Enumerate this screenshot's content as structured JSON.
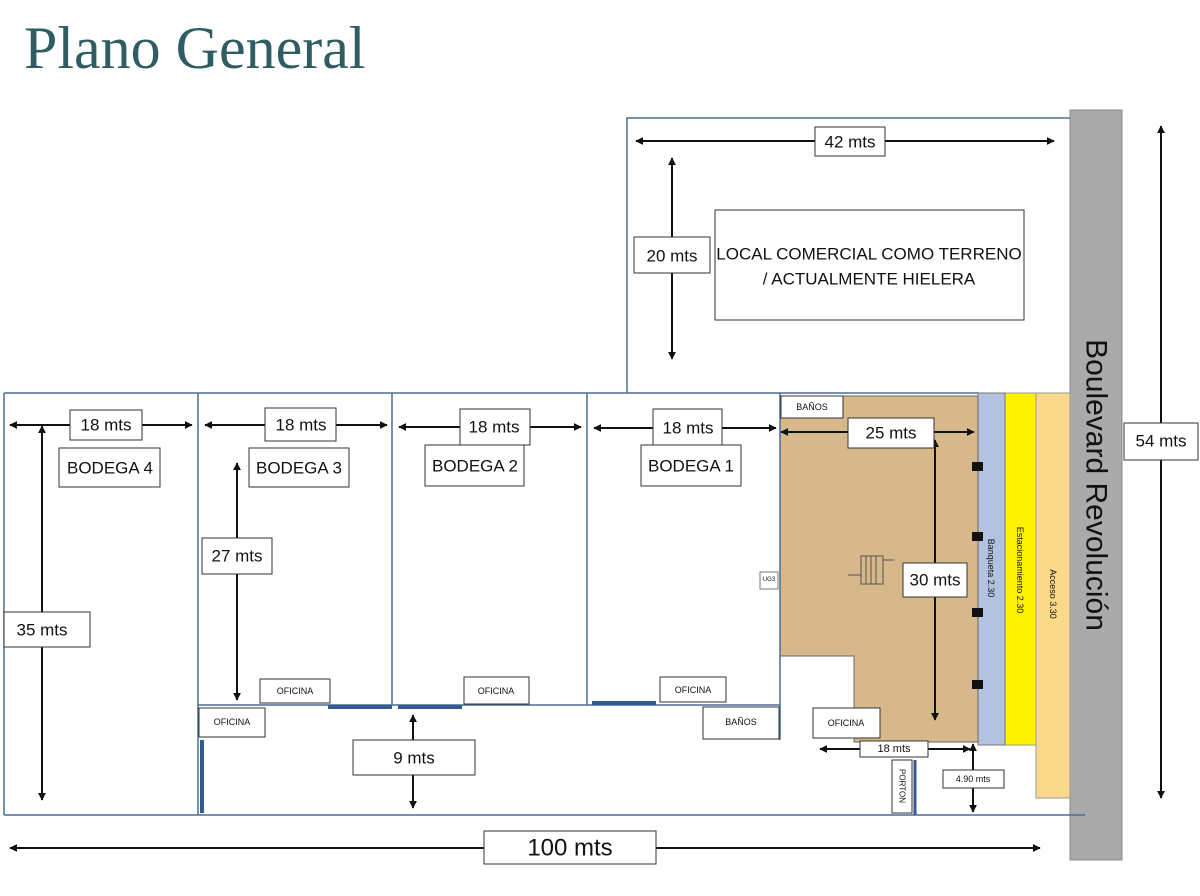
{
  "title": "Plano General",
  "dimensions": {
    "d42": "42 mts",
    "d20": "20 mts",
    "d18_b4": "18 mts",
    "d18_b3": "18 mts",
    "d18_b2": "18 mts",
    "d18_b1": "18 mts",
    "d25": "25 mts",
    "d27": "27 mts",
    "d35": "35 mts",
    "d30": "30 mts",
    "d9": "9 mts",
    "d100": "100 mts",
    "d54": "54 mts",
    "d18_small": "18 mts",
    "d490": "4.90 mts"
  },
  "areas": {
    "local_line1": "LOCAL COMERCIAL COMO TERRENO",
    "local_line2": "/ ACTUALMENTE HIELERA",
    "bodega4": "BODEGA 4",
    "bodega3": "BODEGA 3",
    "bodega2": "BODEGA 2",
    "bodega1": "BODEGA 1",
    "banos_top": "BAÑOS",
    "banos_bottom": "BAÑOS",
    "oficina_b3a": "OFICINA",
    "oficina_b3b": "OFICINA",
    "oficina_b2": "OFICINA",
    "oficina_b1": "OFICINA",
    "oficina_main": "OFICINA",
    "porton": "PORTON",
    "small_tag": "UG3"
  },
  "strips": {
    "banqueta": "Banqueta  2.30",
    "estacionamiento": "Estacionamiento  2.30",
    "acceso": "Acceso  3.30"
  },
  "road": "Boulevard Revolución",
  "colors": {
    "title": "#2f5d63",
    "warehouse_floor": "#d7b88a",
    "banqueta": "#b4c2e2",
    "estacionamiento": "#fff200",
    "acceso": "#fbd98a",
    "road": "#aaaaaa",
    "walls": "#4a6e96",
    "doors": "#345a93"
  }
}
